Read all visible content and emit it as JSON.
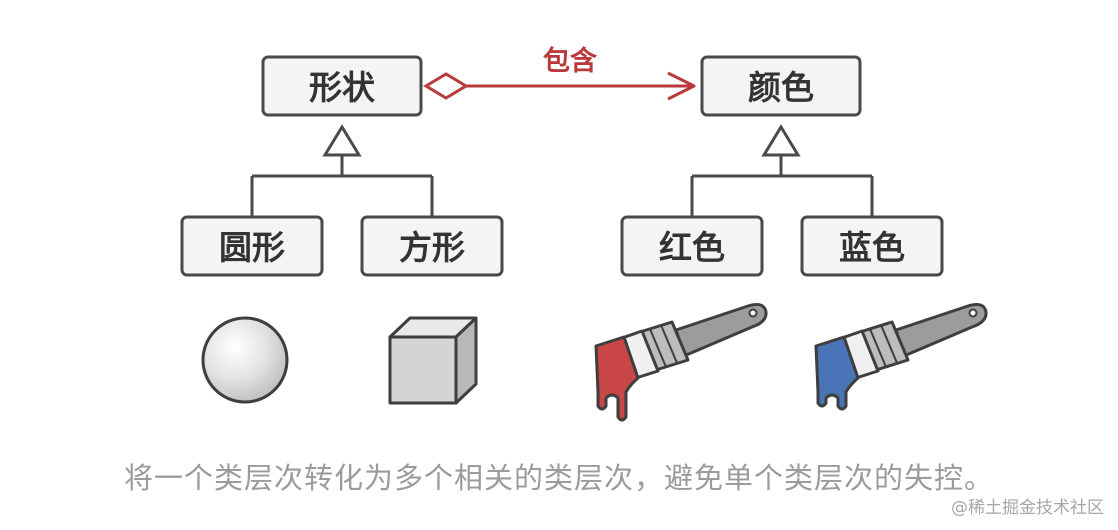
{
  "diagram": {
    "nodes": {
      "shape": "形状",
      "color": "颜色",
      "circle": "圆形",
      "square": "方形",
      "red": "红色",
      "blue": "蓝色"
    },
    "relation_label": "包含",
    "colors": {
      "box_stroke": "#4a4a4a",
      "box_fill": "#f4f4f4",
      "relation": "#b83a3a",
      "red_paint": "#c94646",
      "blue_paint": "#4a74b8"
    }
  },
  "caption": "将一个类层次转化为多个相关的类层次，避免单个类层次的失控。",
  "watermark": "@稀土掘金技术社区"
}
